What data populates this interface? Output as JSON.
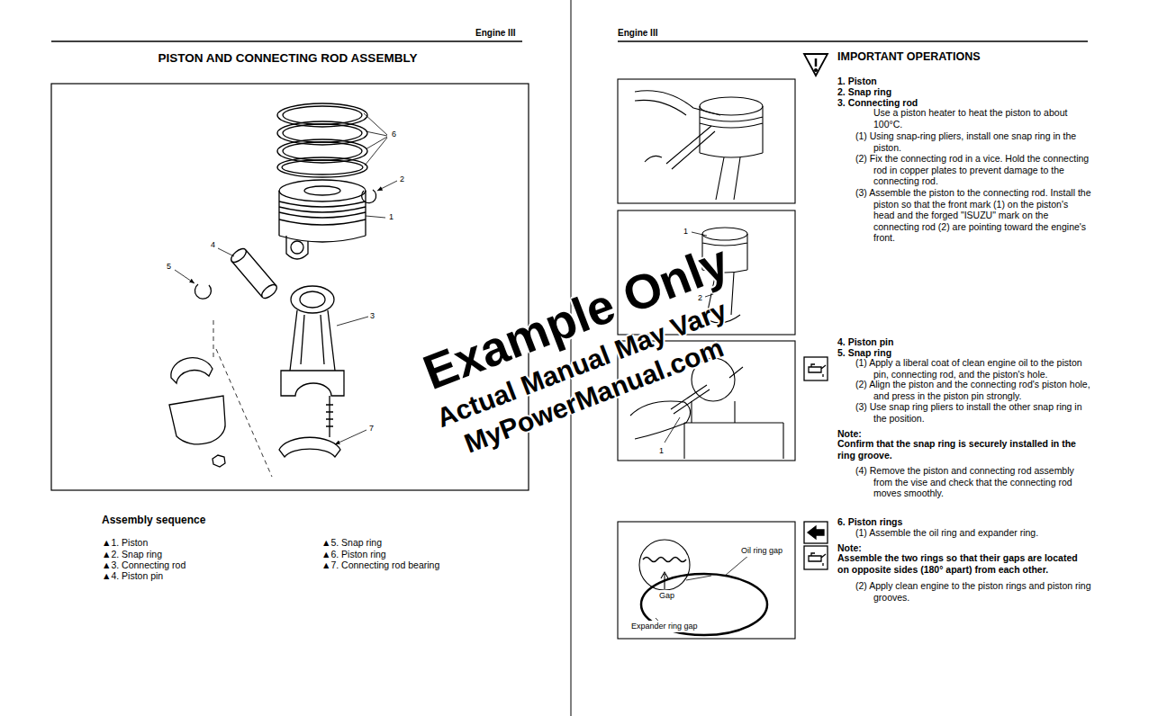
{
  "diagram": {
    "title": "PISTON AND CONNECTING ROD ASSEMBLY",
    "labels": [
      "Engine III",
      "6",
      "2",
      "1",
      "4",
      "5",
      "3",
      "7",
      "Assembly sequence",
      "▲1. Piston",
      "▲2. Snap ring",
      "▲3. Connecting rod",
      "▲4. Piston pin",
      "▲5. Snap ring",
      "▲6. Piston ring",
      "▲7. Connecting rod bearing",
      "Engine III",
      "IMPORTANT OPERATIONS",
      "1. Piston",
      "2. Snap ring",
      "3. Connecting rod",
      "Use a piston heater to heat the piston to about 100°C.",
      "(1) Using snap-ring pliers, install one snap ring in the piston.",
      "(2) Fix the connecting rod in a vice. Hold the connecting rod in copper plates to prevent damage to the connecting rod.",
      "(3) Assemble the piston to the connecting rod. Install the piston so that the front mark (1) on the piston's head and the forged \"ISUZU\" mark on the connecting rod (2) are pointing toward the engine's front.",
      "1",
      "2",
      "4. Piston pin",
      "5. Snap ring",
      "(1) Apply a liberal coat of clean engine oil to the piston pin, connecting rod, and the piston's hole.",
      "(2) Align the piston and the connecting rod's piston hole, and press in the piston pin strongly.",
      "(3) Use snap ring pliers to install the other snap ring in the position.",
      "1",
      "Note:",
      "Confirm that the snap ring is securely installed in the ring groove.",
      "(4) Remove the piston and connecting rod assembly from the vise and check that the connecting rod moves smoothly.",
      "6. Piston rings",
      "(1) Assemble the oil ring and expander ring.",
      "Note:",
      "Assemble the two rings so that their gaps are located on opposite sides (180° apart) from each other.",
      "(2) Apply clean engine to the piston rings and piston ring grooves.",
      "Oil ring gap",
      "Gap",
      "Expander ring gap",
      "Example Only",
      "Actual Manual May Vary",
      "MyPowerManual.com"
    ]
  }
}
